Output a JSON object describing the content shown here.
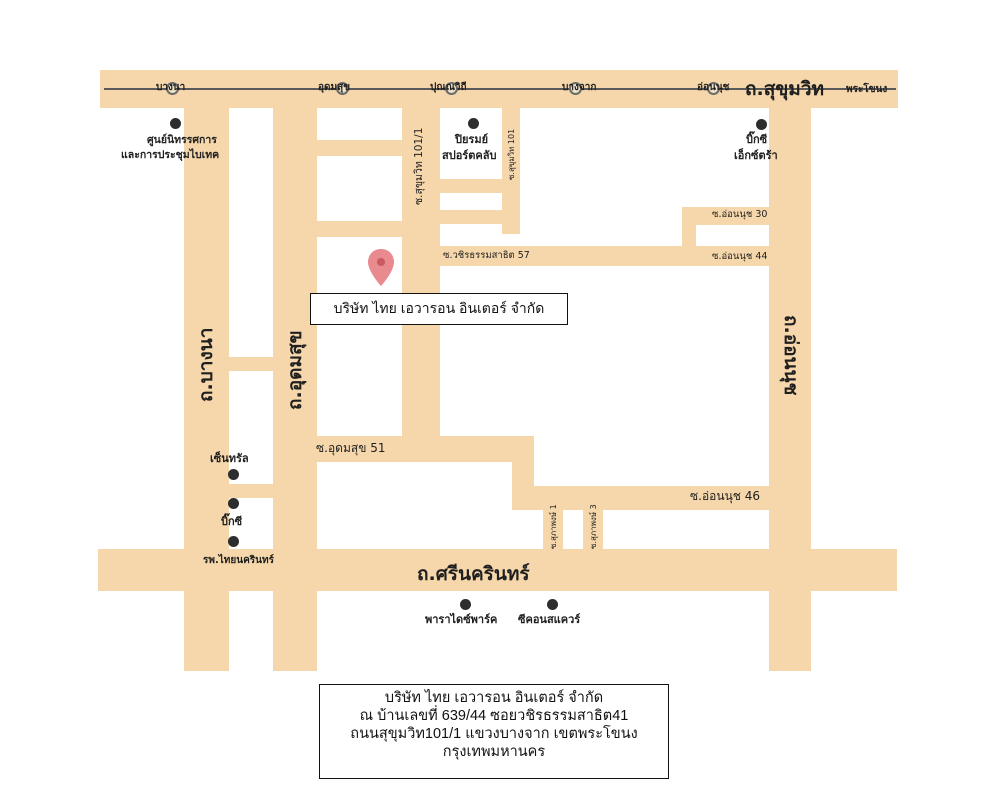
{
  "top_road": {
    "name": "ถ.สุขุมวิท",
    "stations": [
      "บางนา",
      "อุดมสุข",
      "ปุณณวิถี",
      "บางจาก",
      "อ่อนนุช",
      "พระโขนง"
    ]
  },
  "roads": {
    "bangna": "ถ.บางนา",
    "udomsuk": "ถ.อุดมสุข",
    "onnut": "ถ.อ่อนนุช",
    "srinakarin": "ถ.ศรีนครินทร์",
    "sukhumvit_101_1": "ซ.สุขุมวิท 101/1",
    "sukhumvit_101": "ซ.สุขุมวิท 101",
    "soi_onnut_30": "ซ.อ่อนนุช 30",
    "soi_onnut_44": "ซ.อ่อนนุช 44",
    "soi_wachira": "ซ.วชิรธรรมสาธิต 57",
    "soi_udomsuk_51": "ซ.อุดมสุข 51",
    "soi_onnut_46": "ซ.อ่อนนุช 46",
    "soi_supapong_1": "ซ.สุภาพงษ์ 1",
    "soi_supapong_3": "ซ.สุภาพงษ์ 3"
  },
  "landmarks": {
    "bitec": [
      "ศูนย์นิทรรศการ",
      "และการประชุมไบเทค"
    ],
    "piyarom": [
      "ปิยรมย์",
      "สปอร์ตคลับ"
    ],
    "bigc_ekkamai": [
      "บิ๊กซี",
      "เอ็กซ์ตร้า"
    ],
    "central": "เซ็นทรัล",
    "bigc": "บิ๊กซี",
    "thainakarin": "รพ.ไทยนครินทร์",
    "paradise": "พาราไดซ์พาร์ค",
    "seacon": "ซีคอนสแควร์"
  },
  "company_label": "บริษัท ไทย เอวารอน อินเตอร์ จำกัด",
  "address": {
    "line1": "บริษัท ไทย เอวารอน อินเตอร์ จำกัด",
    "line2": "ณ บ้านเลขที่ 639/44 ซอยวชิรธรรมสาธิต41",
    "line3": "ถนนสุขุมวิท101/1 แขวงบางจาก เขตพระโขนง",
    "line4": "กรุงเทพมหานคร"
  },
  "colors": {
    "road": "#f5d7ab",
    "pin": "#e98a8f",
    "rail": "#5a5a5a",
    "text": "#1f1f1f"
  }
}
